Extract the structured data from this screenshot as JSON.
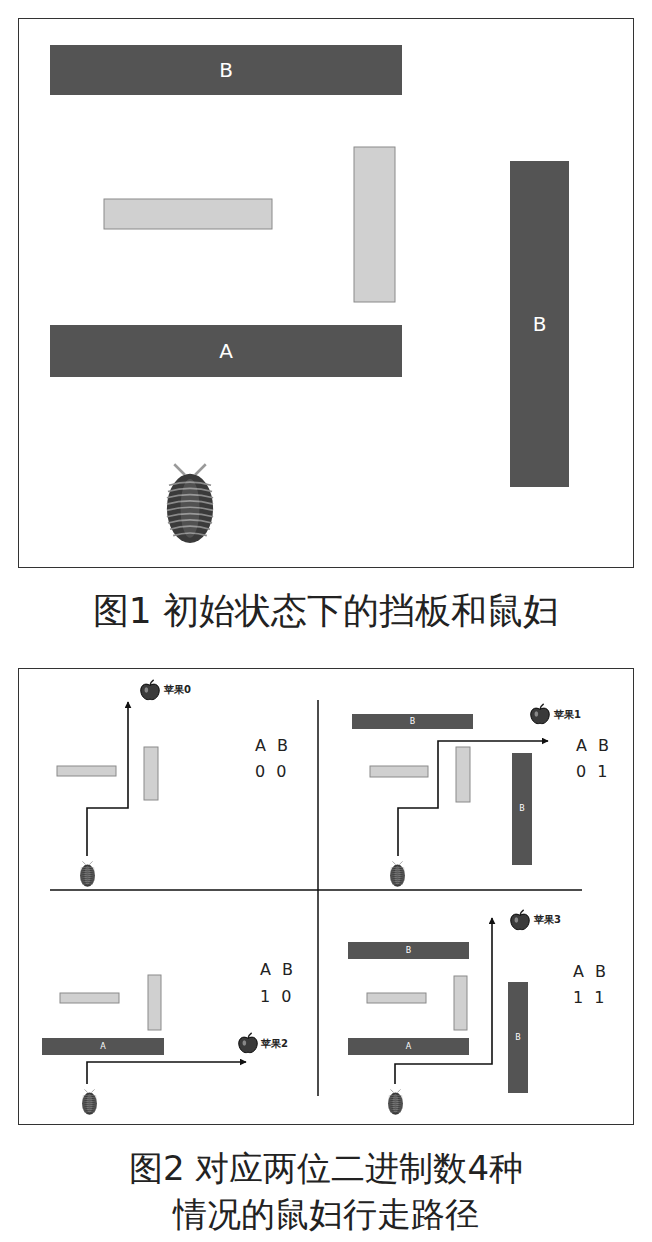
{
  "diagram": {
    "caption": "图1 初始状态下的挡板和鼠妇",
    "nodes": [
      {
        "text": [
          "B"
        ]
      },
      {
        "text": [
          "A"
        ]
      },
      {
        "text": [
          "B"
        ]
      },
      {
        "text": [
          "B"
        ]
      },
      {
        "text": [
          "B"
        ]
      },
      {
        "text": [
          "A"
        ]
      },
      {
        "text": [
          "B"
        ]
      },
      {
        "text": [
          "A"
        ]
      },
      {
        "text": [
          "B"
        ]
      }
    ],
    "labels": [
      "苹果0",
      "A B",
      "0 0",
      "苹果1",
      "A B",
      "0 1",
      "苹果2",
      "A B",
      "1 0",
      "苹果3",
      "A B",
      "1 1",
      "图2 对应两位二进制数4种 情况的鼠妇行走路径"
    ]
  }
}
